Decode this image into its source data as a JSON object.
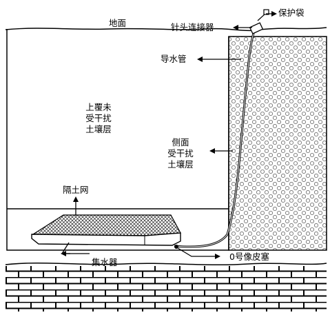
{
  "labels": {
    "ground": "地面",
    "protective_bag": "保护袋",
    "needle_connector": "针头连接器",
    "drain_tube": "导水管",
    "overlying_soil": [
      "上覆未",
      "受干扰",
      "土壤层"
    ],
    "side_soil": [
      "侧面",
      "受干扰",
      "土壤层"
    ],
    "isolation_mesh": "隔土网",
    "collector": "集水器",
    "rubber_plug": "0号像皮塞"
  }
}
